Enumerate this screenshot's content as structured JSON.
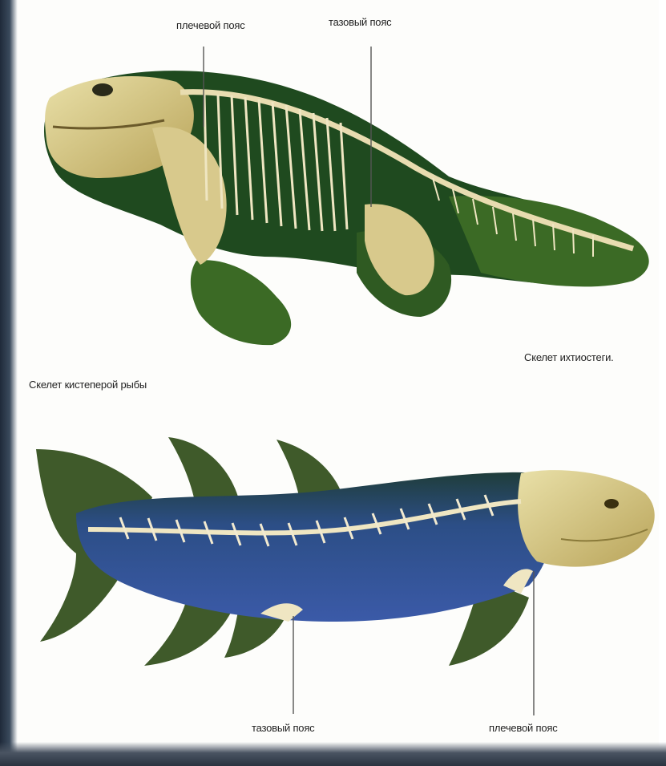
{
  "labels": {
    "top_shoulder_girdle": "плечевой пояс",
    "top_pelvic_girdle": "тазовый пояс",
    "ichthyostega_caption": "Скелет ихтиостеги.",
    "lobe_fin_caption": "Скелет кистеперой рыбы",
    "bottom_pelvic_girdle": "тазовый пояс",
    "bottom_shoulder_girdle": "плечевой пояс"
  },
  "colors": {
    "ichthyostega_body": "#1f4a1f",
    "ichthyostega_fin": "#3b6a25",
    "bone": "#e8dcb0",
    "skull": "#d9cc8a",
    "fish_body": "#2e4f8c",
    "fish_fin": "#3f5a2a",
    "pointer_line": "#555555"
  }
}
